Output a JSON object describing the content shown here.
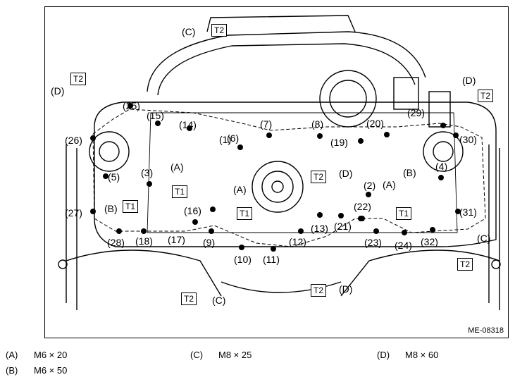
{
  "figure_id": "ME-08318",
  "callouts": [
    "(1)",
    "(2)",
    "(3)",
    "(4)",
    "(5)",
    "(6)",
    "(7)",
    "(8)",
    "(9)",
    "(10)",
    "(11)",
    "(12)",
    "(13)",
    "(14)",
    "(15)",
    "(16)",
    "(17)",
    "(18)",
    "(19)",
    "(20)",
    "(21)",
    "(22)",
    "(23)",
    "(24)",
    "(25)",
    "(26)",
    "(27)",
    "(28)",
    "(29)",
    "(30)",
    "(31)",
    "(32)"
  ],
  "letters": {
    "a": "(A)",
    "b": "(B)",
    "c": "(C)",
    "d": "(D)"
  },
  "torque": {
    "t1": "T1",
    "t2": "T2"
  },
  "legend": [
    {
      "key": "(A)",
      "value": "M6 × 20"
    },
    {
      "key": "(B)",
      "value": "M6 × 50"
    },
    {
      "key": "(C)",
      "value": "M8 × 25"
    },
    {
      "key": "(D)",
      "value": "M8 × 60"
    }
  ]
}
